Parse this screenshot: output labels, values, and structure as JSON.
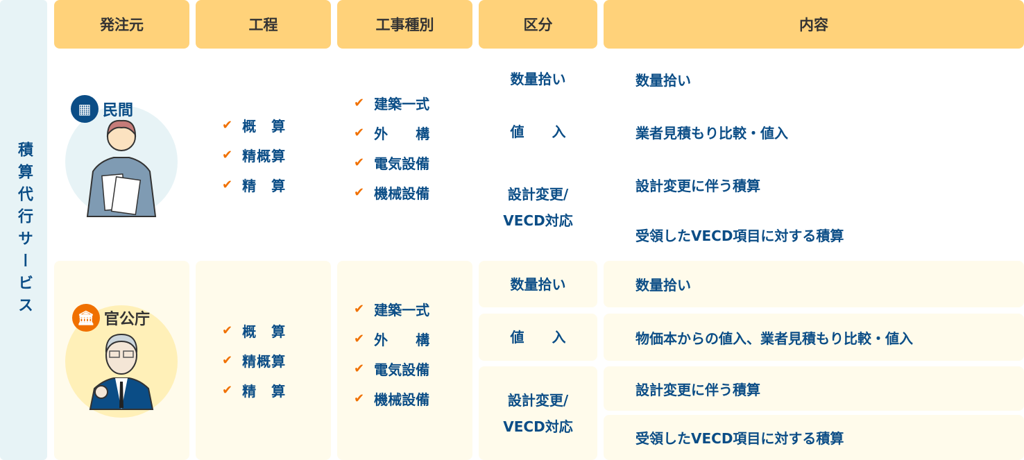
{
  "side_label": "積算代行サービス",
  "headers": [
    "発注元",
    "工程",
    "工事種別",
    "区分",
    "内容"
  ],
  "colors": {
    "header": "#ffd27a",
    "text": "#0b4d86",
    "check": "#f07000",
    "private_badge": "#0b4d86",
    "public_badge": "#f07000"
  },
  "rows": [
    {
      "client": "民間",
      "client_icon": "building-icon",
      "processes": [
        "概　算",
        "精概算",
        "精　算"
      ],
      "work_types": [
        "建築一式",
        "外　　構",
        "電気設備",
        "機械設備"
      ],
      "categories": [
        "数量拾い",
        "値　　入",
        "設計変更/\nVECD対応"
      ],
      "contents": [
        "数量拾い",
        "業者見積もり比較・値入",
        "設計変更に伴う積算",
        "受領したVECD項目に対する積算"
      ]
    },
    {
      "client": "官公庁",
      "client_icon": "government-building-icon",
      "processes": [
        "概　算",
        "精概算",
        "精　算"
      ],
      "work_types": [
        "建築一式",
        "外　　構",
        "電気設備",
        "機械設備"
      ],
      "categories": [
        "数量拾い",
        "値　　入",
        "設計変更/\nVECD対応"
      ],
      "contents": [
        "数量拾い",
        "物価本からの値入、業者見積もり比較・値入",
        "設計変更に伴う積算",
        "受領したVECD項目に対する積算"
      ]
    }
  ]
}
